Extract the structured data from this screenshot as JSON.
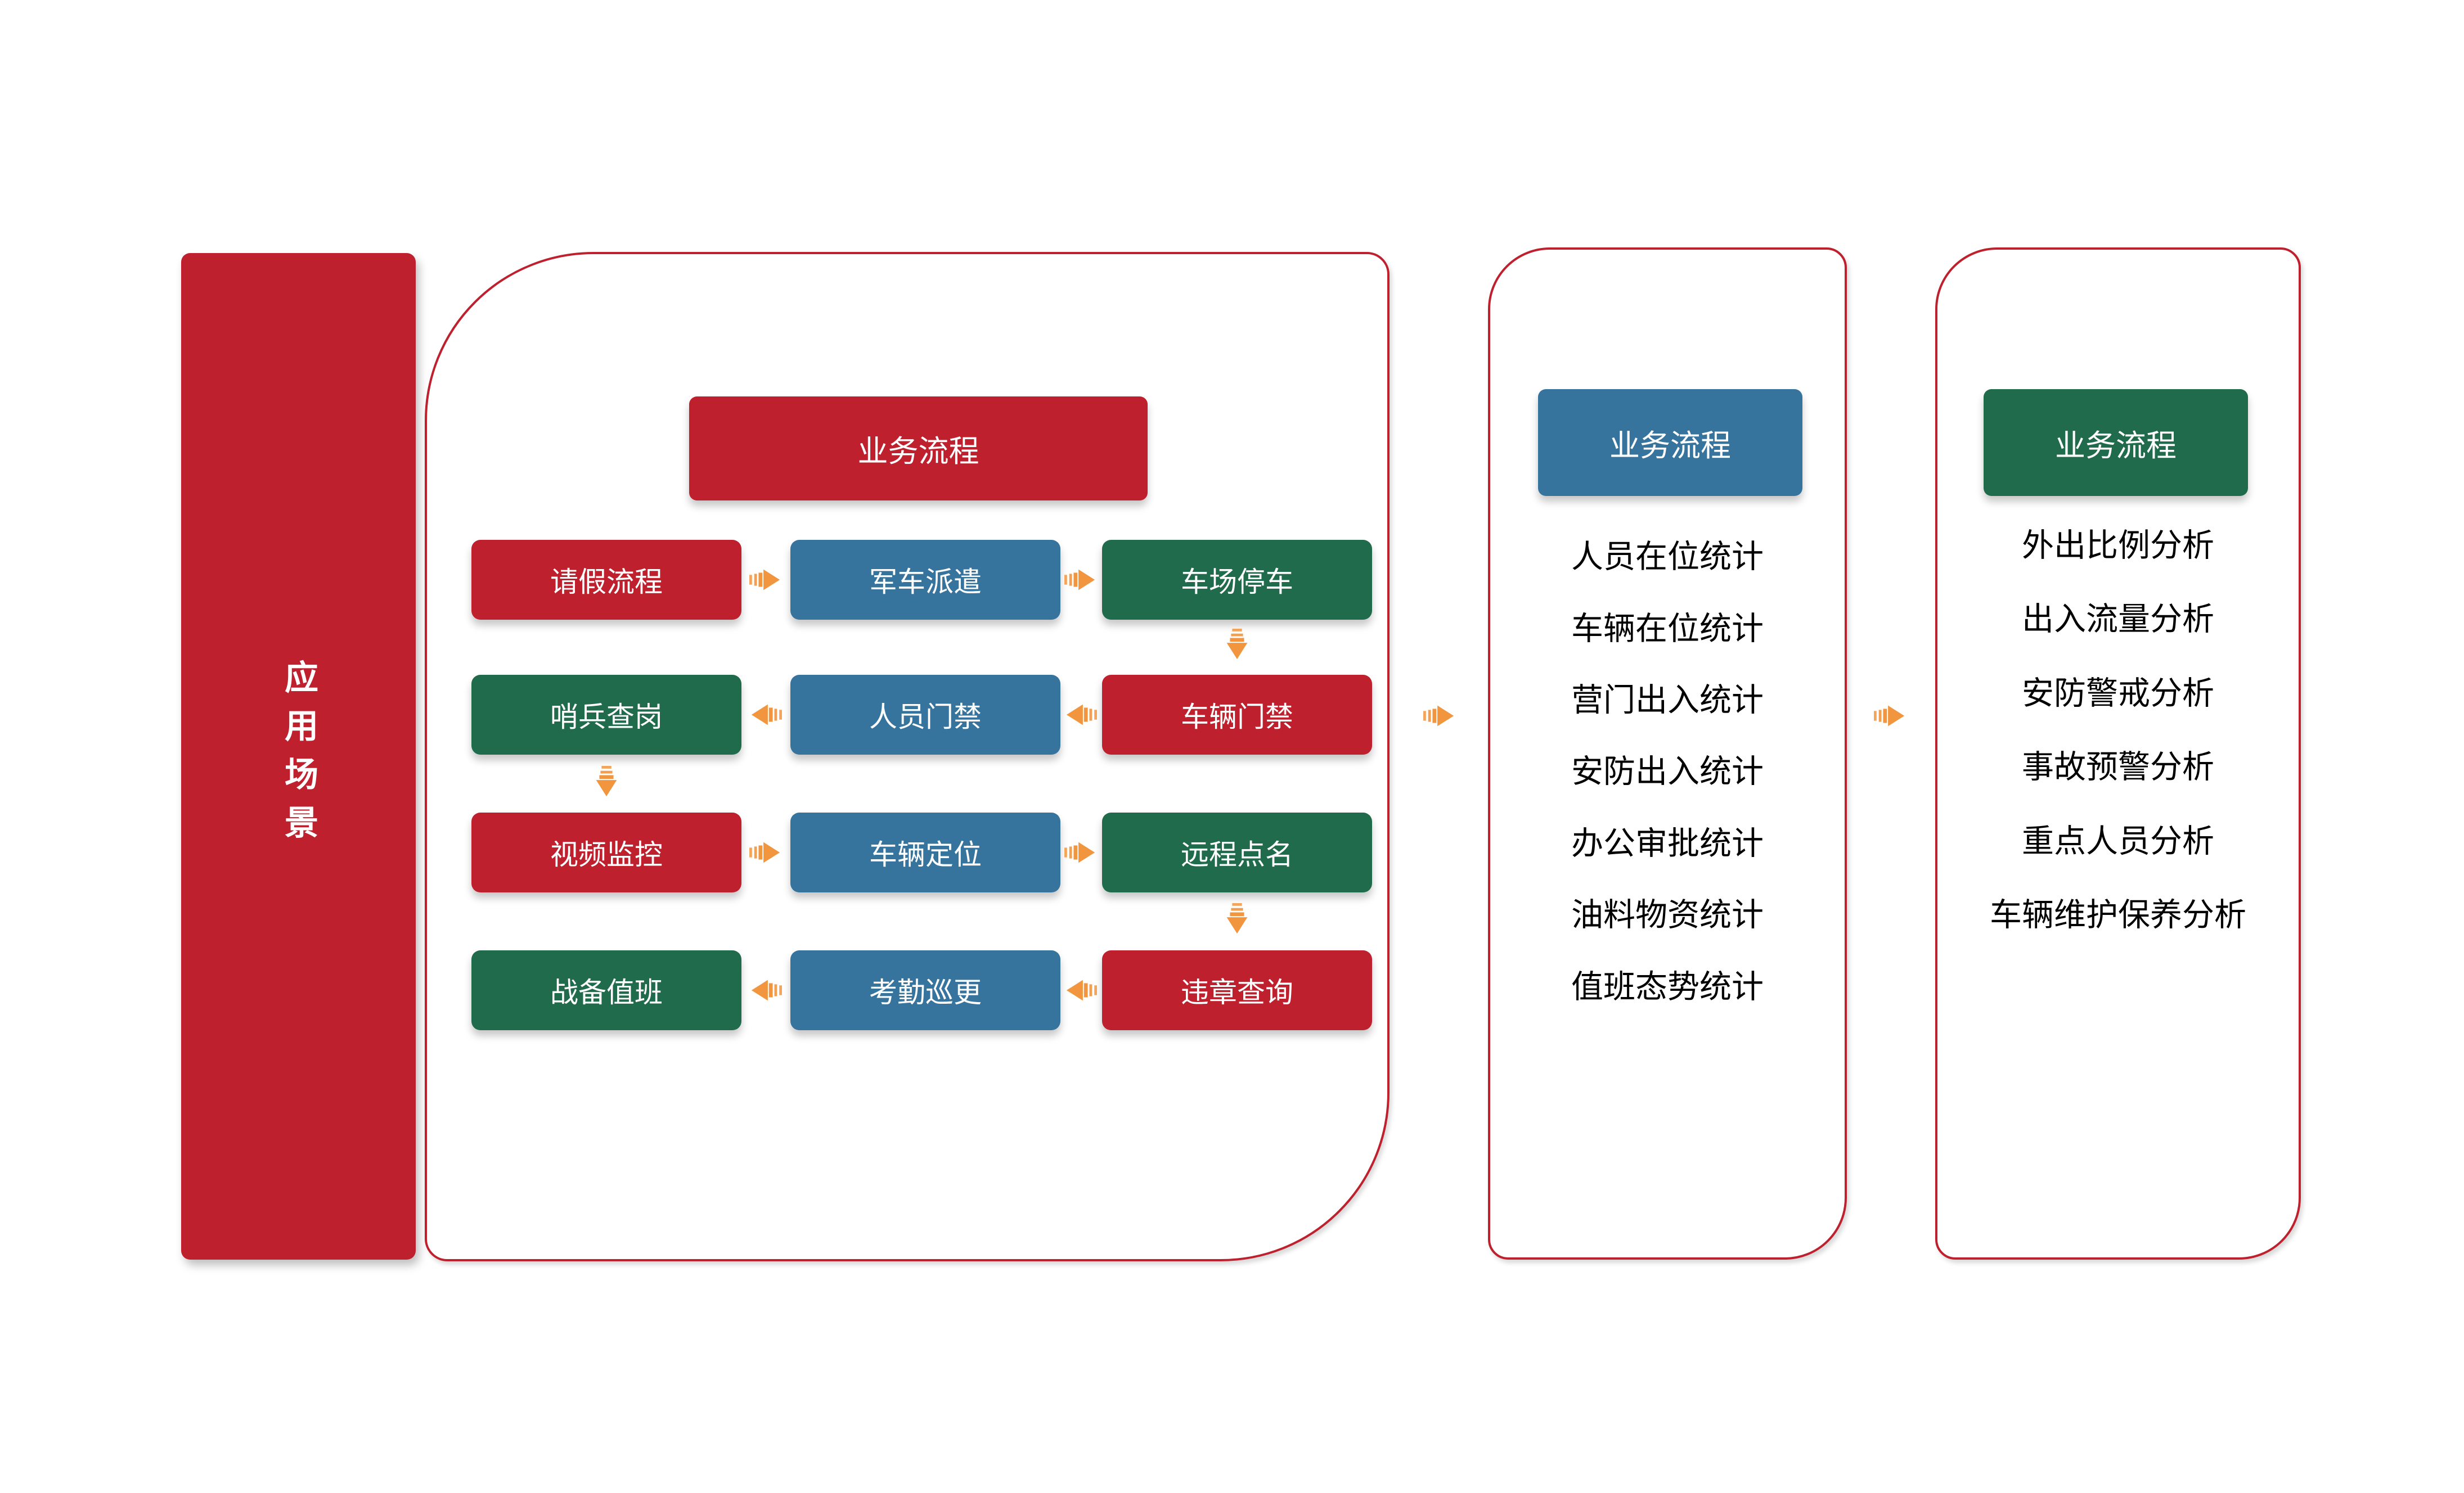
{
  "colors": {
    "red": "#BE202E",
    "blue": "#36749E",
    "green": "#1F6B4B",
    "orange": "#F2953F",
    "border_red": "#BE202E",
    "text": "#000000",
    "background": "#FFFFFF"
  },
  "left_bar": {
    "label": "应用场景"
  },
  "flow_panel": {
    "header": {
      "label": "业务流程"
    },
    "rows": [
      {
        "direction": "right",
        "boxes": [
          {
            "label": "请假流程",
            "color": "red"
          },
          {
            "label": "军车派遣",
            "color": "blue"
          },
          {
            "label": "车场停车",
            "color": "green"
          }
        ]
      },
      {
        "direction": "left",
        "boxes": [
          {
            "label": "哨兵查岗",
            "color": "green"
          },
          {
            "label": "人员门禁",
            "color": "blue"
          },
          {
            "label": "车辆门禁",
            "color": "red"
          }
        ]
      },
      {
        "direction": "right",
        "boxes": [
          {
            "label": "视频监控",
            "color": "red"
          },
          {
            "label": "车辆定位",
            "color": "blue"
          },
          {
            "label": "远程点名",
            "color": "green"
          }
        ]
      },
      {
        "direction": "left",
        "boxes": [
          {
            "label": "战备值班",
            "color": "green"
          },
          {
            "label": "考勤巡更",
            "color": "blue"
          },
          {
            "label": "违章查询",
            "color": "red"
          }
        ]
      }
    ]
  },
  "stats_panel": {
    "header": {
      "label": "业务流程"
    },
    "items": [
      "人员在位统计",
      "车辆在位统计",
      "营门出入统计",
      "安防出入统计",
      "办公审批统计",
      "油料物资统计",
      "值班态势统计"
    ]
  },
  "analysis_panel": {
    "header": {
      "label": "业务流程"
    },
    "items": [
      "外出比例分析",
      "出入流量分析",
      "安防警戒分析",
      "事故预警分析",
      "重点人员分析",
      "车辆维护保养分析"
    ]
  }
}
